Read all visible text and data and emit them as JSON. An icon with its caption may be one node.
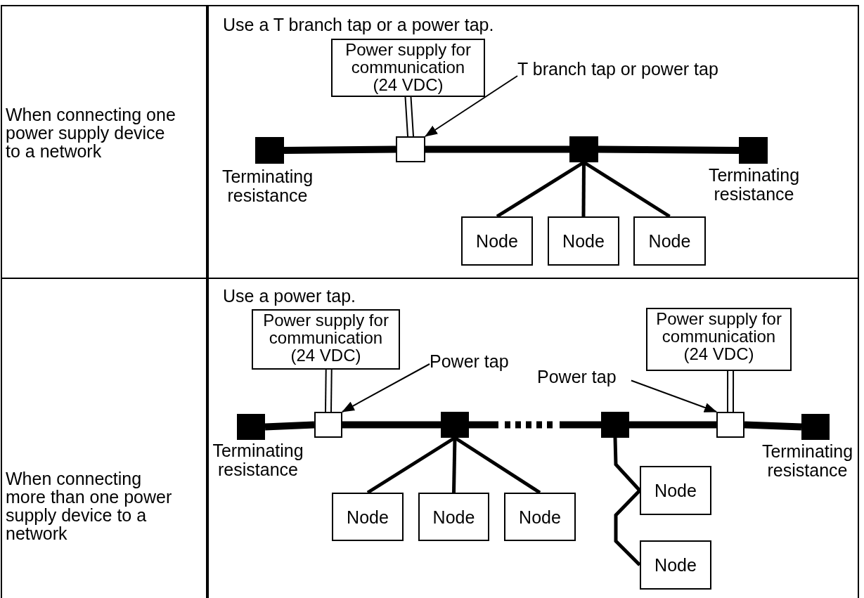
{
  "diagram": {
    "nodes": [
      {
        "text": [
          "When connecting one power supply device to a network"
        ]
      },
      {
        "text": [
          "Use a T branch tap or a power tap."
        ]
      },
      {
        "text": [
          "Power supply for communication (24 VDC)"
        ],
        "in": 1
      },
      {
        "text": [],
        "shape": "box",
        "beside": [
          "Terminating resistance"
        ],
        "in": 1
      },
      {
        "text": [],
        "shape": "box",
        "in": 1
      },
      {
        "text": [
          "T branch tap or power tap"
        ],
        "in": 1
      },
      {
        "text": [],
        "shape": "box",
        "in": 1
      },
      {
        "text": [],
        "shape": "box",
        "beside": [
          "Terminating resistance"
        ],
        "in": 1
      },
      {
        "text": [
          "Node"
        ],
        "in": 1
      },
      {
        "text": [
          "Node"
        ],
        "in": 1
      },
      {
        "text": [
          "Node"
        ],
        "in": 1
      },
      {
        "text": [
          "When connecting more than one power supply device to a network"
        ]
      },
      {
        "text": [
          "Use a power tap."
        ]
      },
      {
        "text": [
          "Power supply for communication (24 VDC)"
        ],
        "in": 12
      },
      {
        "text": [
          "Power supply for communication (24 VDC)"
        ],
        "in": 12
      },
      {
        "text": [],
        "shape": "box",
        "beside": [
          "Terminating resistance"
        ],
        "in": 12
      },
      {
        "text": [],
        "shape": "box",
        "in": 12
      },
      {
        "text": [
          "Power tap"
        ],
        "in": 12
      },
      {
        "text": [],
        "shape": "box",
        "in": 12
      },
      {
        "text": [],
        "shape": "box",
        "in": 12
      },
      {
        "text": [],
        "shape": "box",
        "in": 12
      },
      {
        "text": [
          "Power tap"
        ],
        "in": 12
      },
      {
        "text": [],
        "shape": "box",
        "beside": [
          "Terminating resistance"
        ],
        "in": 12
      },
      {
        "text": [
          "Node"
        ],
        "in": 12
      },
      {
        "text": [
          "Node"
        ],
        "in": 12
      },
      {
        "text": [
          "Node"
        ],
        "in": 12
      },
      {
        "text": [
          "Node"
        ],
        "in": 12
      },
      {
        "text": [
          "Node"
        ],
        "in": 12
      }
    ],
    "edges": [
      {
        "from": 2,
        "to": 4,
        "arrow": "none"
      },
      {
        "from": 5,
        "to": 4,
        "arrow": "to"
      },
      {
        "from": 3,
        "to": 4,
        "arrow": "none",
        "style": "thick"
      },
      {
        "from": 4,
        "to": 6,
        "arrow": "none",
        "style": "thick"
      },
      {
        "from": 6,
        "to": 7,
        "arrow": "none",
        "style": "thick"
      },
      {
        "from": 6,
        "to": 8,
        "arrow": "none"
      },
      {
        "from": 6,
        "to": 9,
        "arrow": "none"
      },
      {
        "from": 6,
        "to": 10,
        "arrow": "none"
      },
      {
        "from": 13,
        "to": 16,
        "arrow": "none"
      },
      {
        "from": 17,
        "to": 16,
        "arrow": "to"
      },
      {
        "from": 14,
        "to": 20,
        "arrow": "none"
      },
      {
        "from": 21,
        "to": 20,
        "arrow": "to"
      },
      {
        "from": 15,
        "to": 16,
        "arrow": "none",
        "style": "thick"
      },
      {
        "from": 16,
        "to": 18,
        "arrow": "none",
        "style": "thick"
      },
      {
        "from": 18,
        "to": 19,
        "arrow": "none",
        "style": "dashed"
      },
      {
        "from": 19,
        "to": 20,
        "arrow": "none",
        "style": "thick"
      },
      {
        "from": 20,
        "to": 22,
        "arrow": "none",
        "style": "thick"
      },
      {
        "from": 18,
        "to": 23,
        "arrow": "none"
      },
      {
        "from": 18,
        "to": 24,
        "arrow": "none"
      },
      {
        "from": 18,
        "to": 25,
        "arrow": "none"
      },
      {
        "from": 19,
        "to": 26,
        "arrow": "none"
      },
      {
        "from": 26,
        "to": 27,
        "arrow": "none"
      }
    ]
  }
}
